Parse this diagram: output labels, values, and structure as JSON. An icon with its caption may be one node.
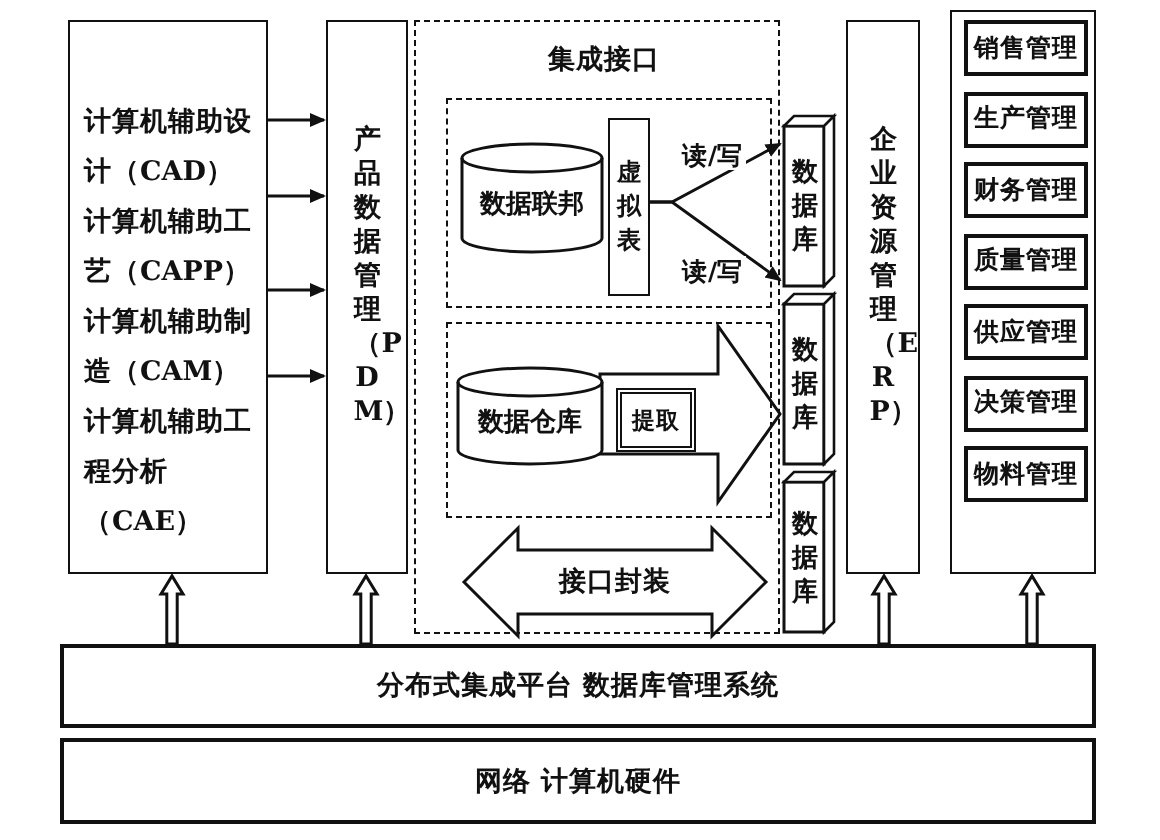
{
  "diagram": {
    "nodes": [
      {
        "text": [
          "计算机辅助设计（CAD）",
          "计算机辅助工艺（CAPP）",
          "计算机辅助制造（CAM）",
          "计算机辅助工程分析（CAE）"
        ]
      },
      {
        "text": [
          "产品数据管理（PDM）"
        ]
      },
      {
        "text": [
          "集成接口"
        ]
      },
      {
        "text": [],
        "shape": "box",
        "in": 2
      },
      {
        "text": [
          "数据联邦"
        ],
        "in": 3
      },
      {
        "text": [
          "虚拟表"
        ],
        "in": 3
      },
      {
        "text": [
          "数据库"
        ]
      },
      {
        "text": [],
        "shape": "box",
        "in": 2
      },
      {
        "text": [
          "数据仓库"
        ],
        "in": 7
      },
      {
        "text": [
          "提取"
        ],
        "in": 7
      },
      {
        "text": [
          "数据库"
        ]
      },
      {
        "text": [
          "数据库"
        ]
      },
      {
        "text": [
          "接口封装"
        ],
        "in": 2
      },
      {
        "text": [
          "企业资源管理（ERP）"
        ]
      },
      {
        "text": [],
        "shape": "box"
      },
      {
        "text": [
          "销售管理"
        ],
        "in": 14
      },
      {
        "text": [
          "生产管理"
        ],
        "in": 14
      },
      {
        "text": [
          "财务管理"
        ],
        "in": 14
      },
      {
        "text": [
          "质量管理"
        ],
        "in": 14
      },
      {
        "text": [
          "供应管理"
        ],
        "in": 14
      },
      {
        "text": [
          "决策管理"
        ],
        "in": 14
      },
      {
        "text": [
          "物料管理"
        ],
        "in": 14
      },
      {
        "text": [
          "分布式集成平台 数据库管理系统"
        ]
      },
      {
        "text": [
          "网络 计算机硬件"
        ]
      }
    ],
    "edges": [
      {
        "from": 0,
        "to": 1,
        "arrow": "to"
      },
      {
        "from": 0,
        "to": 1,
        "arrow": "to"
      },
      {
        "from": 0,
        "to": 1,
        "arrow": "to"
      },
      {
        "from": 0,
        "to": 1,
        "arrow": "to"
      },
      {
        "from": 5,
        "to": 6,
        "arrow": "to",
        "label": "读/写"
      },
      {
        "from": 5,
        "to": 6,
        "arrow": "to",
        "label": "读/写"
      },
      {
        "from": 8,
        "to": 10,
        "arrow": "to",
        "style": "thick"
      },
      {
        "from": 22,
        "to": 0,
        "arrow": "to",
        "style": "thick"
      },
      {
        "from": 22,
        "to": 1,
        "arrow": "to",
        "style": "thick"
      },
      {
        "from": 22,
        "to": 13,
        "arrow": "to",
        "style": "thick"
      },
      {
        "from": 22,
        "to": 14,
        "arrow": "to",
        "style": "thick"
      }
    ]
  }
}
